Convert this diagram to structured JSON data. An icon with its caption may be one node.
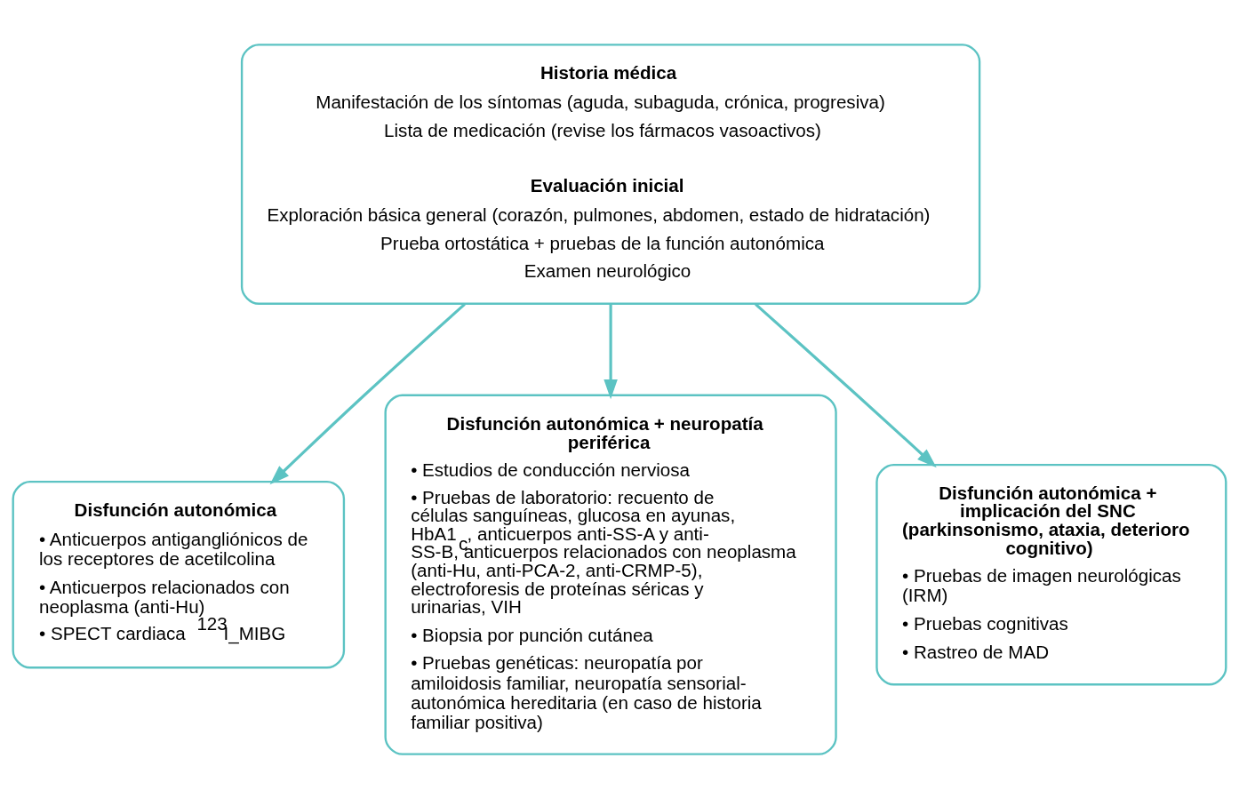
{
  "diagram": {
    "nodes": [
      {
        "text": [
          "Historia médica",
          "Manifestación de los síntomas (aguda, subaguda, crónica, progresiva)",
          "Lista de medicación (revise los fármacos vasoactivos)",
          "Evaluación inicial",
          "Exploración básica general (corazón, pulmones, abdomen, estado de hidratación)",
          "Prueba ortostática + pruebas de la función autonómica",
          "Examen neurológico"
        ]
      },
      {
        "text": [
          "Disfunción autonómica",
          "• Anticuerpos antigangliónicos de los receptores de acetilcolina",
          "• Anticuerpos relacionados con neoplasma (anti-Hu)",
          "• SPECT cardiaca $^{123}$I_MIBG"
        ]
      },
      {
        "text": [
          "Disfunción autonómica + neuropatía periférica",
          "• Estudios de conducción nerviosa",
          "• Pruebas de laboratorio: recuento de células sanguíneas, glucosa en ayunas, HbA1$_{c}$, anticuerpos anti-SS-A y anti-SS-B, anticuerpos relacionados con neoplasma (anti-Hu, anti-PCA-2, anti-CRMP-5), electroforesis de proteínas séricas y urinarias, VIH",
          "• Biopsia por punción cutánea",
          "• Pruebas genéticas: neuropatía por amiloidosis familiar, neuropatía sensorial-autonómica hereditaria (en caso de historia familiar positiva)"
        ]
      },
      {
        "text": [
          "Disfunción autonómica + implicación del SNC (parkinsonismo, ataxia, deterioro cognitivo)",
          "• Pruebas de imagen neurológicas (IRM)",
          "• Pruebas cognitivas",
          "• Rastreo de MAD"
        ]
      }
    ],
    "edges": [
      {
        "from": 0,
        "to": 1,
        "arrow": "to"
      },
      {
        "from": 0,
        "to": 2,
        "arrow": "to"
      },
      {
        "from": 0,
        "to": 3,
        "arrow": "to"
      }
    ]
  }
}
